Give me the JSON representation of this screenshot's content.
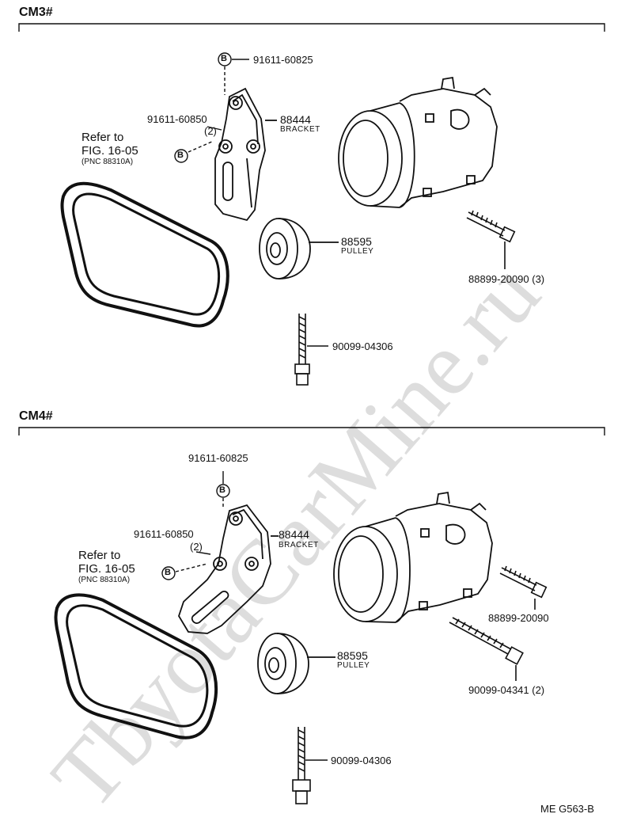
{
  "watermark": "TbyotaCarMine.ru",
  "footer": "ME  G563-B",
  "sections": [
    {
      "title": "CM3#",
      "callouts": {
        "bolt_top": "91611-60825",
        "bolt_side": "91611-60850",
        "bolt_side_qty": "(2)",
        "bracket_no": "88444",
        "bracket_name": "BRACKET",
        "pulley_no": "88595",
        "pulley_name": "PULLEY",
        "stud": "88899-20090 (3)",
        "long_bolt": "90099-04306",
        "refer_1": "Refer to",
        "refer_2": "FIG. 16-05",
        "refer_3": "(PNC 88310A)",
        "b_marker": "B"
      }
    },
    {
      "title": "CM4#",
      "callouts": {
        "bolt_top": "91611-60825",
        "bolt_side": "91611-60850",
        "bolt_side_qty": "(2)",
        "bracket_no": "88444",
        "bracket_name": "BRACKET",
        "pulley_no": "88595",
        "pulley_name": "PULLEY",
        "stud": "88899-20090",
        "bolt_compressor": "90099-04341 (2)",
        "long_bolt": "90099-04306",
        "refer_1": "Refer to",
        "refer_2": "FIG. 16-05",
        "refer_3": "(PNC 88310A)",
        "b_marker": "B"
      }
    }
  ]
}
